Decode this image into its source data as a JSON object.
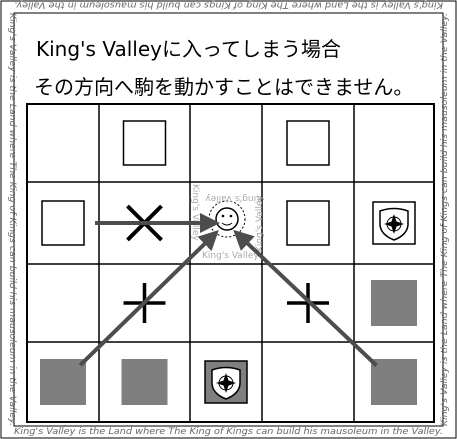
{
  "border_text": "King's Valley is the Land where The King of Kings can build his mausoleum in the Valley.",
  "caption": {
    "line1": "King's Valleyに入ってしまう場合",
    "line2": "その方向へ駒を動かすことはできません。"
  },
  "center_ring_text": "King's Valley",
  "board": {
    "cols": 5,
    "rows": 4,
    "cells": [
      {
        "row": 0,
        "col": 0,
        "content": ""
      },
      {
        "row": 0,
        "col": 1,
        "content": "empty-square"
      },
      {
        "row": 0,
        "col": 2,
        "content": ""
      },
      {
        "row": 0,
        "col": 3,
        "content": "empty-square"
      },
      {
        "row": 0,
        "col": 4,
        "content": ""
      },
      {
        "row": 1,
        "col": 0,
        "content": "empty-square"
      },
      {
        "row": 1,
        "col": 1,
        "content": "blocked-x"
      },
      {
        "row": 1,
        "col": 2,
        "content": "kings-valley-sun"
      },
      {
        "row": 1,
        "col": 3,
        "content": "empty-square"
      },
      {
        "row": 1,
        "col": 4,
        "content": "king-white-shield"
      },
      {
        "row": 2,
        "col": 0,
        "content": ""
      },
      {
        "row": 2,
        "col": 1,
        "content": "path-cross"
      },
      {
        "row": 2,
        "col": 2,
        "content": ""
      },
      {
        "row": 2,
        "col": 3,
        "content": "path-cross"
      },
      {
        "row": 2,
        "col": 4,
        "content": "gray-piece"
      },
      {
        "row": 3,
        "col": 0,
        "content": "gray-piece"
      },
      {
        "row": 3,
        "col": 1,
        "content": "gray-piece"
      },
      {
        "row": 3,
        "col": 2,
        "content": "king-gray-shield"
      },
      {
        "row": 3,
        "col": 3,
        "content": ""
      },
      {
        "row": 3,
        "col": 4,
        "content": "gray-piece"
      }
    ]
  },
  "arrows": [
    {
      "name": "arrow-left",
      "from": [
        3,
        0
      ],
      "to": [
        1,
        2
      ]
    },
    {
      "name": "arrow-right",
      "from": [
        3,
        4
      ],
      "to": [
        1,
        2
      ]
    },
    {
      "name": "arrow-horizontal",
      "from": [
        1,
        0
      ],
      "to": [
        1,
        2
      ]
    }
  ],
  "colors": {
    "piece_gray": "#7f7f7f",
    "arrow": "#4d4d4d",
    "grid": "#000000",
    "border_text": "#666666"
  }
}
